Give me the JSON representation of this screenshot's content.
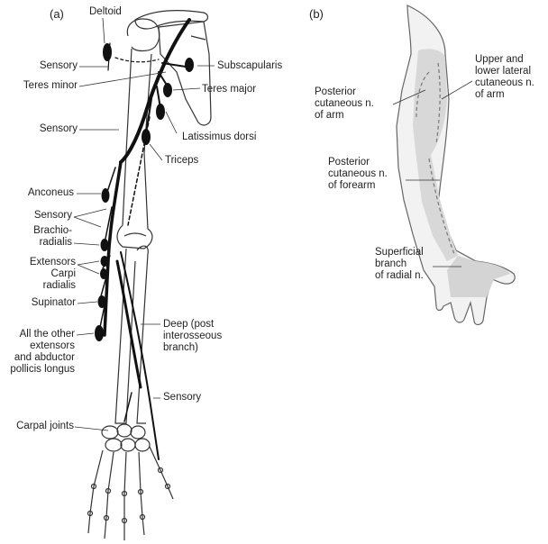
{
  "panel_a": {
    "tag": "(a)",
    "labels": {
      "deltoid": "Deltoid",
      "sensory_upper": "Sensory",
      "teres_minor": "Teres minor",
      "sensory_mid": "Sensory",
      "anconeus": "Anconeus",
      "sensory_elbow": "Sensory",
      "brachio_1": "Brachio-",
      "brachio_2": "radialis",
      "extensors": "Extensors",
      "carpi": "Carpi",
      "radialis": "radialis",
      "supinator": "Supinator",
      "all_other_1": "All the other",
      "all_other_2": "extensors",
      "all_other_3": "and abductor",
      "all_other_4": "pollicis longus",
      "carpal_joints": "Carpal joints",
      "subscapularis": "Subscapularis",
      "teres_major": "Teres major",
      "latissimus": "Latissimus dorsi",
      "triceps": "Triceps",
      "deep_1": "Deep (post",
      "deep_2": "interosseous",
      "deep_3": "branch)",
      "sensory_lower": "Sensory"
    }
  },
  "panel_b": {
    "tag": "(b)",
    "labels": {
      "posterior_arm_1": "Posterior",
      "posterior_arm_2": "cutaneous n.",
      "posterior_arm_3": "of arm",
      "upper_lower_1": "Upper and",
      "upper_lower_2": "lower lateral",
      "upper_lower_3": "cutaneous n.",
      "upper_lower_4": "of arm",
      "posterior_forearm_1": "Posterior",
      "posterior_forearm_2": "cutaneous n.",
      "posterior_forearm_3": "of forearm",
      "superficial_1": "Superficial",
      "superficial_2": "branch",
      "superficial_3": "of radial n."
    }
  }
}
